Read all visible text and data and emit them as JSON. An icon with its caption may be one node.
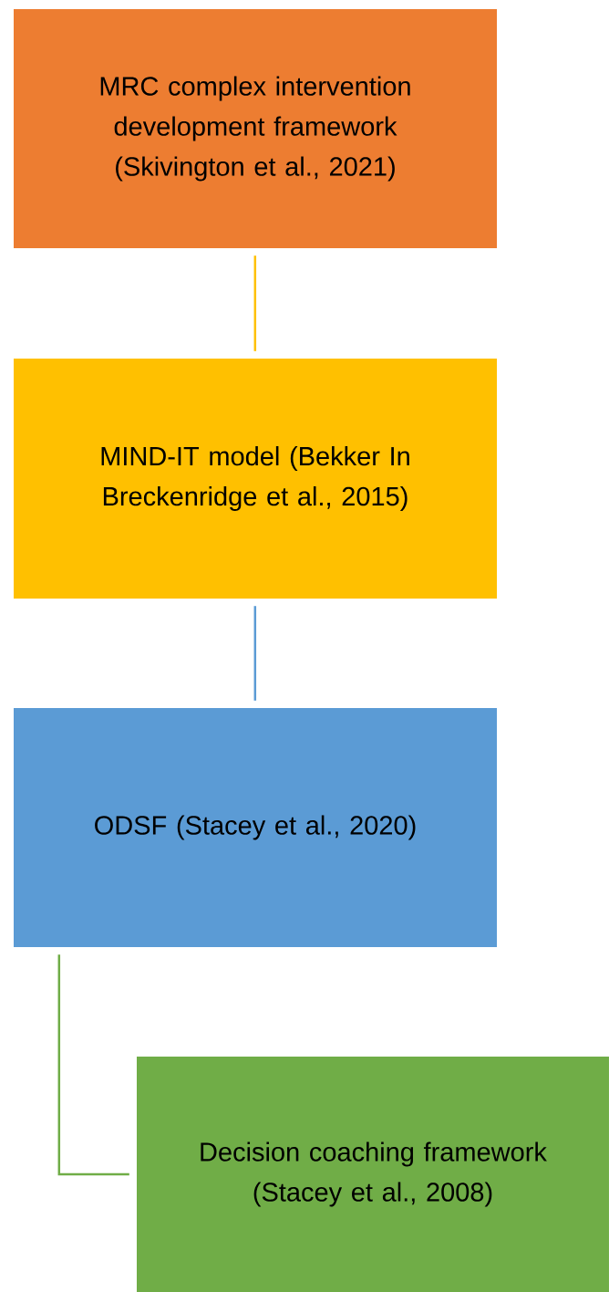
{
  "diagram": {
    "nodes": [
      {
        "text": [
          "MRC complex intervention development framework (Skivington et al., 2021)"
        ]
      },
      {
        "text": [
          "MIND-IT model (Bekker In Breckenridge et al., 2015)"
        ]
      },
      {
        "text": [
          "ODSF (Stacey et al., 2020)"
        ]
      },
      {
        "text": [
          "Decision coaching framework (Stacey et al., 2008)"
        ]
      }
    ],
    "edges": [
      {
        "from": 0,
        "to": 1,
        "arrow": "none",
        "color": "#ffc000"
      },
      {
        "from": 1,
        "to": 2,
        "arrow": "none",
        "color": "#5b9bd5"
      },
      {
        "from": 2,
        "to": 3,
        "arrow": "none",
        "color": "#70ad47"
      }
    ]
  }
}
